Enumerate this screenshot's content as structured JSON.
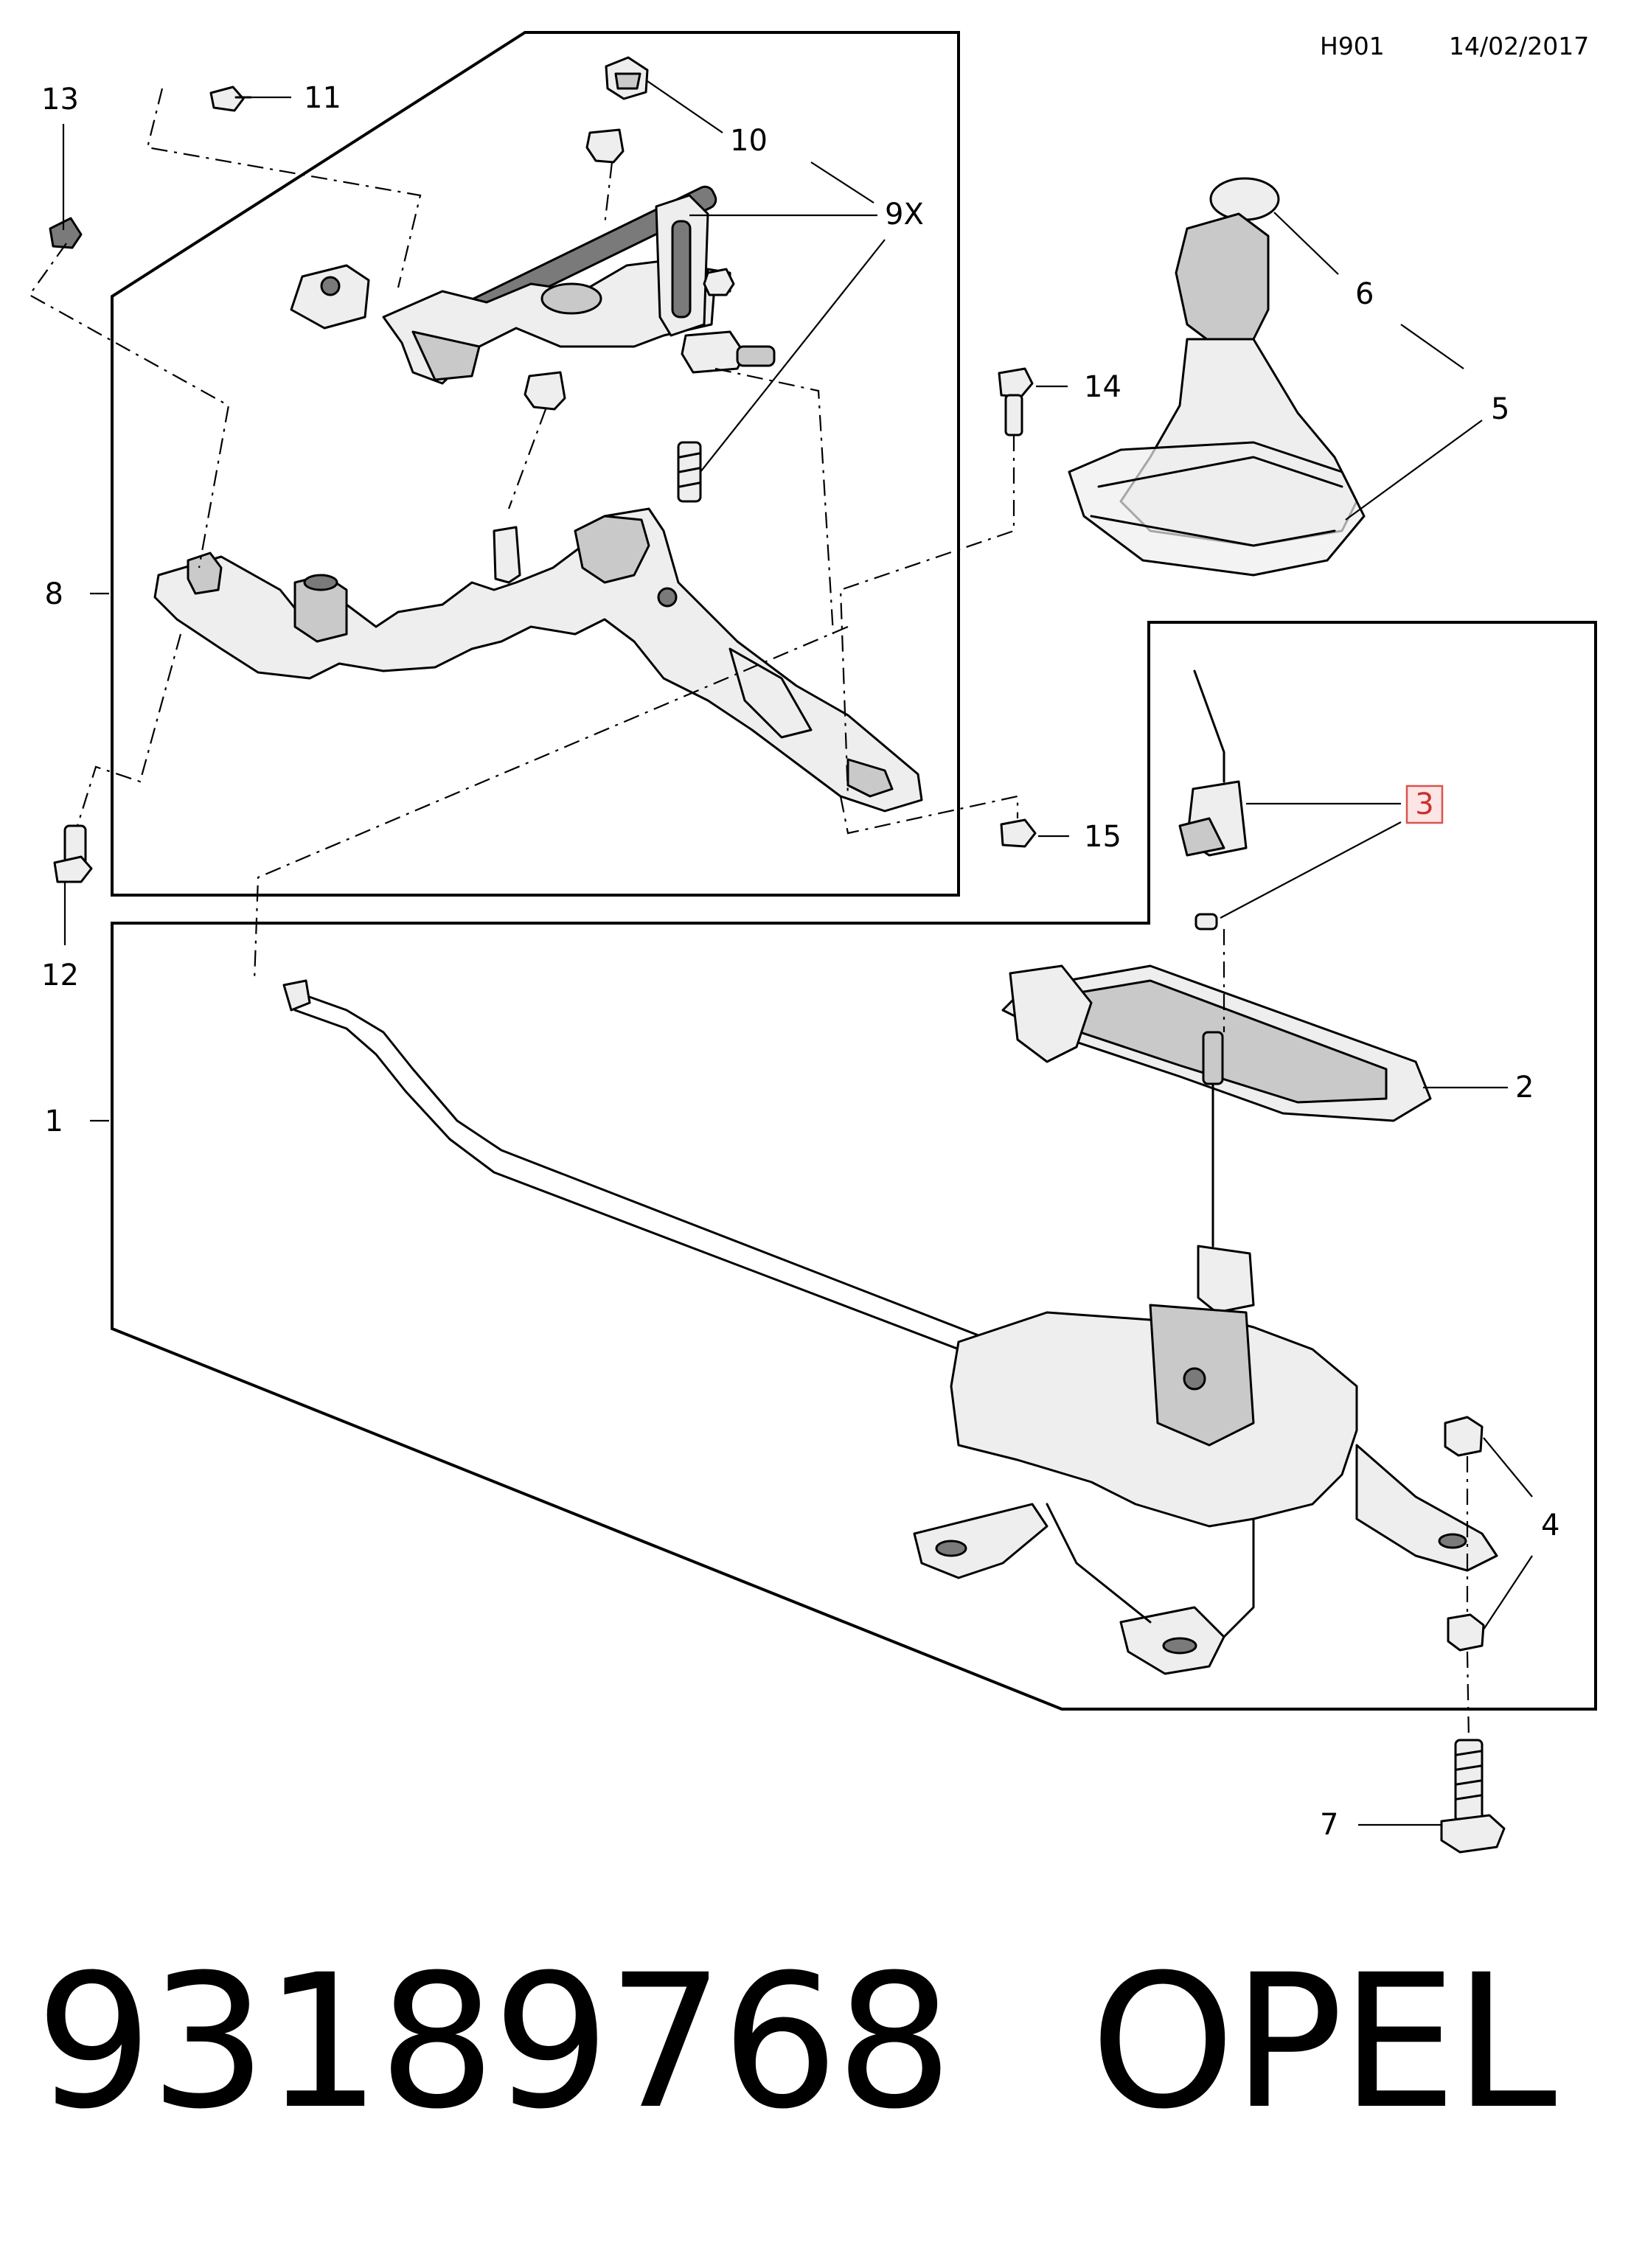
{
  "header": {
    "code": "H901",
    "date": "14/02/2017"
  },
  "callouts": {
    "c1": "1",
    "c2": "2",
    "c3": "3",
    "c4": "4",
    "c5": "5",
    "c6": "6",
    "c7": "7",
    "c8": "8",
    "c9x": "9X",
    "c10": "10",
    "c11": "11",
    "c12": "12",
    "c13": "13",
    "c14": "14",
    "c15": "15"
  },
  "highlighted_callout": "3",
  "colors": {
    "highlight_box": "#fde5e5",
    "highlight_border": "#d9534f",
    "highlight_text": "#c9302c"
  },
  "caption": {
    "part_number": "93189768",
    "brand": "OPEL"
  }
}
